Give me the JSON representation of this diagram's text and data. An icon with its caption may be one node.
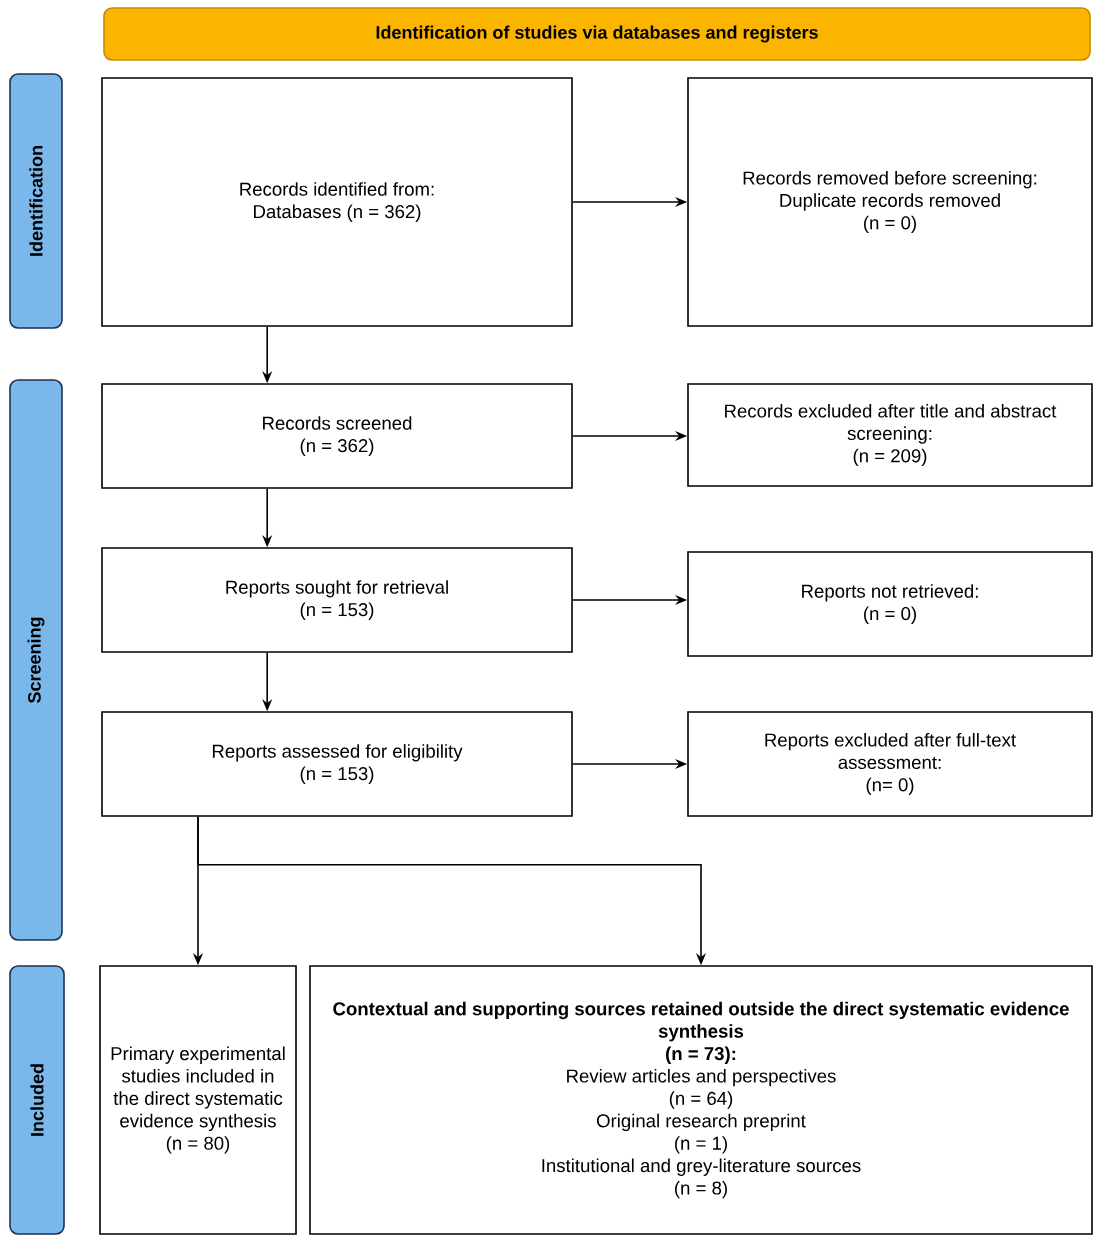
{
  "diagram": {
    "nodes": [
      {
        "text": [
          "Identification of studies via databases and registers"
        ]
      },
      {
        "text": [
          "Identification"
        ]
      },
      {
        "text": [
          "Screening"
        ]
      },
      {
        "text": [
          "Included"
        ]
      },
      {
        "text": [
          "Records identified from:",
          "Databases (n = 362)"
        ]
      },
      {
        "text": [
          "Records removed before screening:",
          "Duplicate records removed",
          "(n = 0)"
        ]
      },
      {
        "text": [
          "Records screened",
          "(n = 362)"
        ]
      },
      {
        "text": [
          "Records excluded after title and abstract screening:",
          "(n = 209)"
        ]
      },
      {
        "text": [
          "Reports sought for retrieval",
          "(n = 153)"
        ]
      },
      {
        "text": [
          "Reports not retrieved:",
          "(n = 0)"
        ]
      },
      {
        "text": [
          "Reports assessed for eligibility",
          "(n = 153)"
        ]
      },
      {
        "text": [
          "Reports excluded after full-text assessment:",
          "(n= 0)"
        ]
      },
      {
        "text": [
          "Primary experimental studies included in the direct systematic evidence synthesis",
          "(n = 80)"
        ]
      },
      {
        "text": [
          "Contextual and supporting sources retained outside the direct systematic evidence synthesis",
          "(n = 73):",
          "Review articles and perspectives",
          "(n = 64)",
          "Original research preprint",
          "(n = 1)",
          "Institutional and grey-literature sources",
          "(n = 8)"
        ]
      }
    ],
    "edges": [
      {
        "from": 4,
        "to": 5,
        "arrow": "to"
      },
      {
        "from": 4,
        "to": 6,
        "arrow": "to"
      },
      {
        "from": 6,
        "to": 7,
        "arrow": "to"
      },
      {
        "from": 6,
        "to": 8,
        "arrow": "to"
      },
      {
        "from": 8,
        "to": 9,
        "arrow": "to"
      },
      {
        "from": 8,
        "to": 10,
        "arrow": "to"
      },
      {
        "from": 10,
        "to": 11,
        "arrow": "to"
      },
      {
        "from": 10,
        "to": 12,
        "arrow": "to"
      },
      {
        "from": 10,
        "to": 13,
        "arrow": "to"
      }
    ]
  }
}
